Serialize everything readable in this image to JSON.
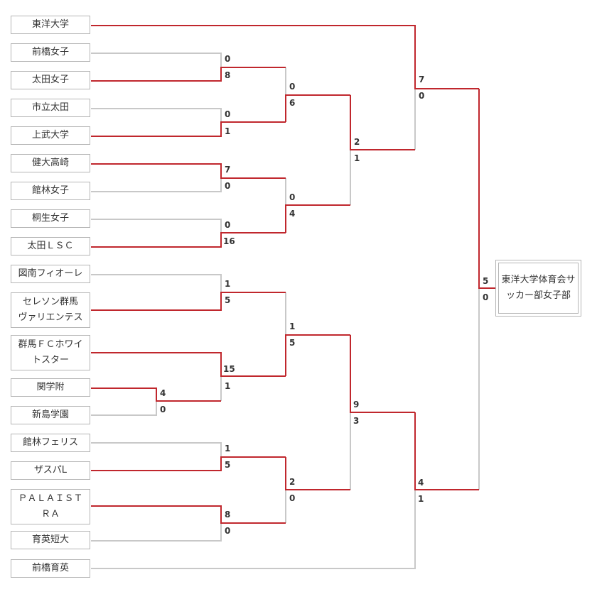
{
  "colors": {
    "win": "#c0272d",
    "loss": "#c8c8c8"
  },
  "teams": [
    "東洋大学",
    "前橋女子",
    "太田女子",
    "市立太田",
    "上武大学",
    "健大高崎",
    "館林女子",
    "桐生女子",
    "太田ＬＳＣ",
    "図南フィオーレ",
    "セレソン群馬\nヴァリエンテス",
    "群馬ＦＣホワイ\nトスター",
    "関学附",
    "新島学園",
    "館林フェリス",
    "ザスパL",
    "ＰＡＬＡＩＳＴ\nＲＡ",
    "育英短大",
    "前橋育英"
  ],
  "champion": "東洋大学体育会サッカー部女子部",
  "scores": {
    "r1_maebashi_joshi": "0",
    "r1_ota_joshi": "8",
    "r1_shiritsu_ota": "0",
    "r1_jobu": "1",
    "r1_kendai": "7",
    "r1_tatebayashi_joshi": "0",
    "r1_kiryu_joshi": "0",
    "r1_ota_lsc": "16",
    "r1_tonan": "1",
    "r1_seleson": "5",
    "r0_kangakufu": "4",
    "r0_niijima": "0",
    "r1_gunma_fc": "15",
    "r1_kangakufu": "1",
    "r1_felice": "1",
    "r1_thespa": "5",
    "r1_palaistra": "8",
    "r1_ikuei_tandai": "0",
    "r2_ota_joshi": "0",
    "r2_jobu": "6",
    "r2_kendai": "0",
    "r2_ota_lsc": "4",
    "r2_seleson": "1",
    "r2_gunma_fc": "5",
    "r2_thespa": "2",
    "r2_palaistra": "0",
    "r3_jobu": "2",
    "r3_ota_lsc": "1",
    "r3_gunma_fc": "9",
    "r3_thespa": "3",
    "r4_toyo": "7",
    "r4_jobu": "0",
    "r4_gunma_fc": "4",
    "r4_maebashi_ikuei": "1",
    "final_toyo": "5",
    "final_gunma_fc": "0"
  }
}
